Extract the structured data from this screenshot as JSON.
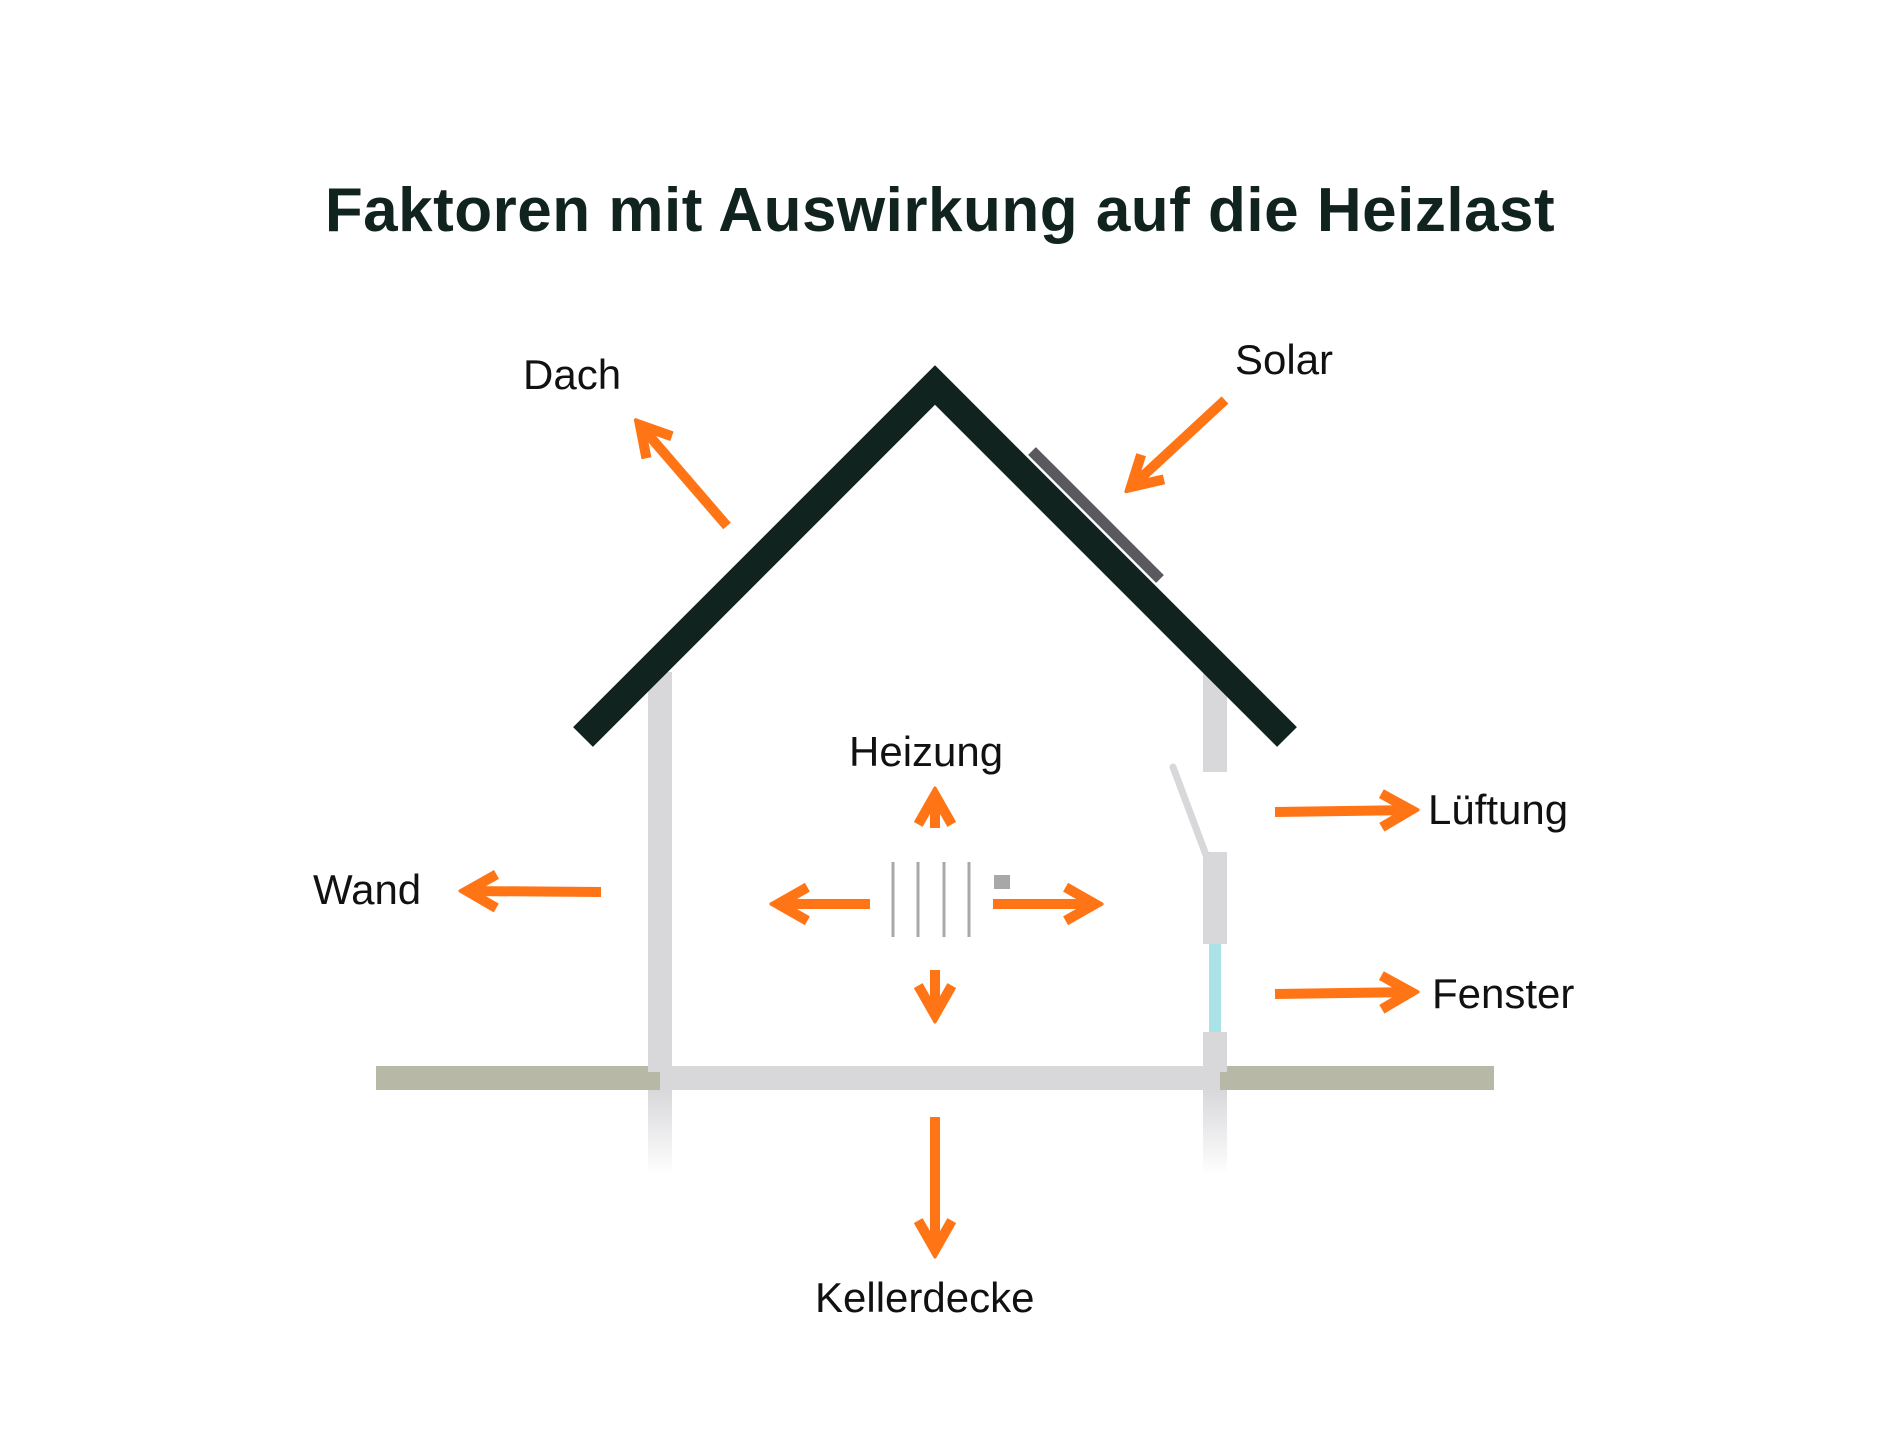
{
  "title": "Faktoren mit Auswirkung auf die Heizlast",
  "labels": {
    "dach": "Dach",
    "solar": "Solar",
    "heizung": "Heizung",
    "lueftung": "Lüftung",
    "wand": "Wand",
    "fenster": "Fenster",
    "kellerdecke": "Kellerdecke"
  },
  "colors": {
    "arrow": "#ff7415",
    "roof": "#10231f",
    "wall": "#d8d7da",
    "ground": "#b7b8a6",
    "solar_panel": "#5a5a5e",
    "window_glass": "#a9e3e6",
    "radiator": "#a8a8a8",
    "title": "#10231f"
  }
}
